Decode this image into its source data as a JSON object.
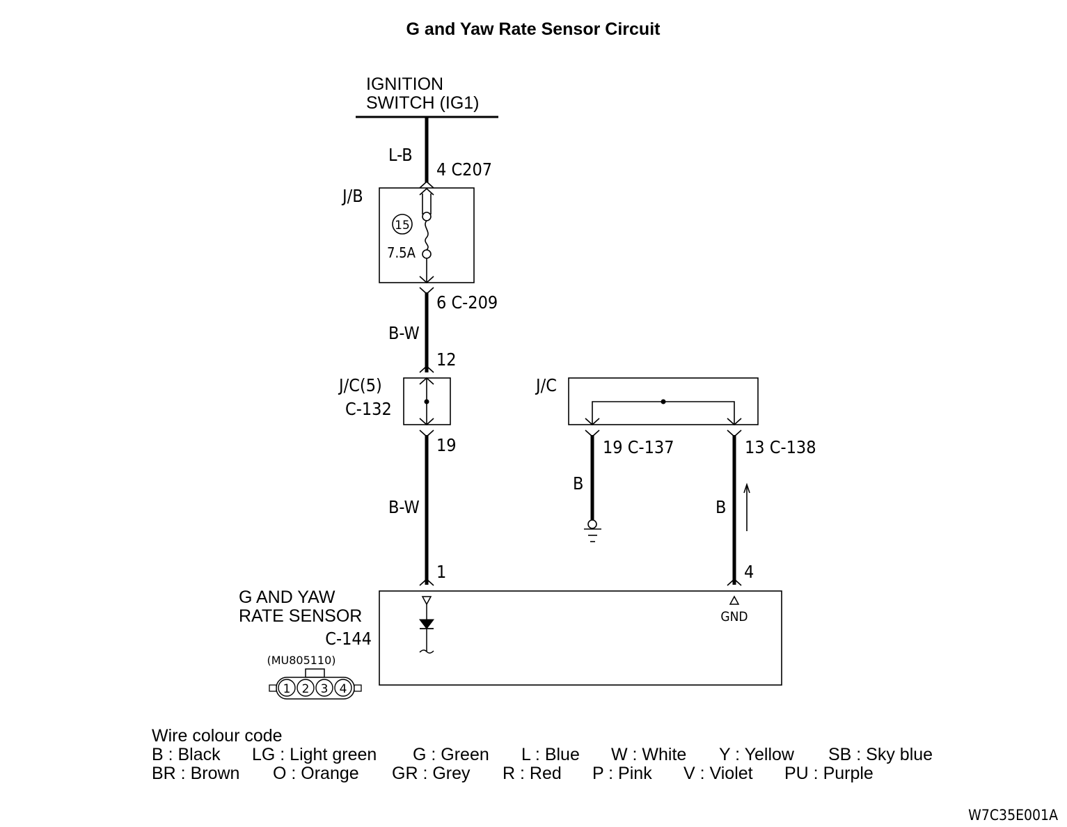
{
  "title": "G and Yaw Rate Sensor Circuit",
  "power_source": {
    "line1": "IGNITION",
    "line2": "SWITCH (IG1)"
  },
  "wires": {
    "lb": "L-B",
    "bw_upper": "B-W",
    "bw_lower": "B-W",
    "b_ground": "B",
    "b_sensor": "B"
  },
  "connectors": {
    "c207": "4  C207",
    "c209": "6  C-209",
    "jc5_in": "12",
    "jc5_out": "19",
    "c137": "19 C-137",
    "c138": "13 C-138",
    "sensor_pin1": "1",
    "sensor_pin4": "4"
  },
  "junction_block": {
    "label": "J/B",
    "fuse_number": "15",
    "fuse_rating": "7.5A"
  },
  "junction_connector_5": {
    "label": "J/C(5)",
    "connector": "C-132"
  },
  "junction_connector": {
    "label": "J/C"
  },
  "sensor": {
    "name_line1": "G AND YAW",
    "name_line2": "RATE SENSOR",
    "connector": "C-144",
    "part_number": "(MU805110)",
    "pins": [
      "1",
      "2",
      "3",
      "4"
    ],
    "gnd_label": "GND"
  },
  "legend": {
    "heading": "Wire colour code",
    "row1": [
      "B : Black",
      "LG : Light green",
      "G : Green",
      "L : Blue",
      "W : White",
      "Y : Yellow",
      "SB : Sky blue"
    ],
    "row2": [
      "BR : Brown",
      "O : Orange",
      "GR : Grey",
      "R : Red",
      "P : Pink",
      "V : Violet",
      "PU : Purple"
    ]
  },
  "figure_id": "W7C35E001A"
}
